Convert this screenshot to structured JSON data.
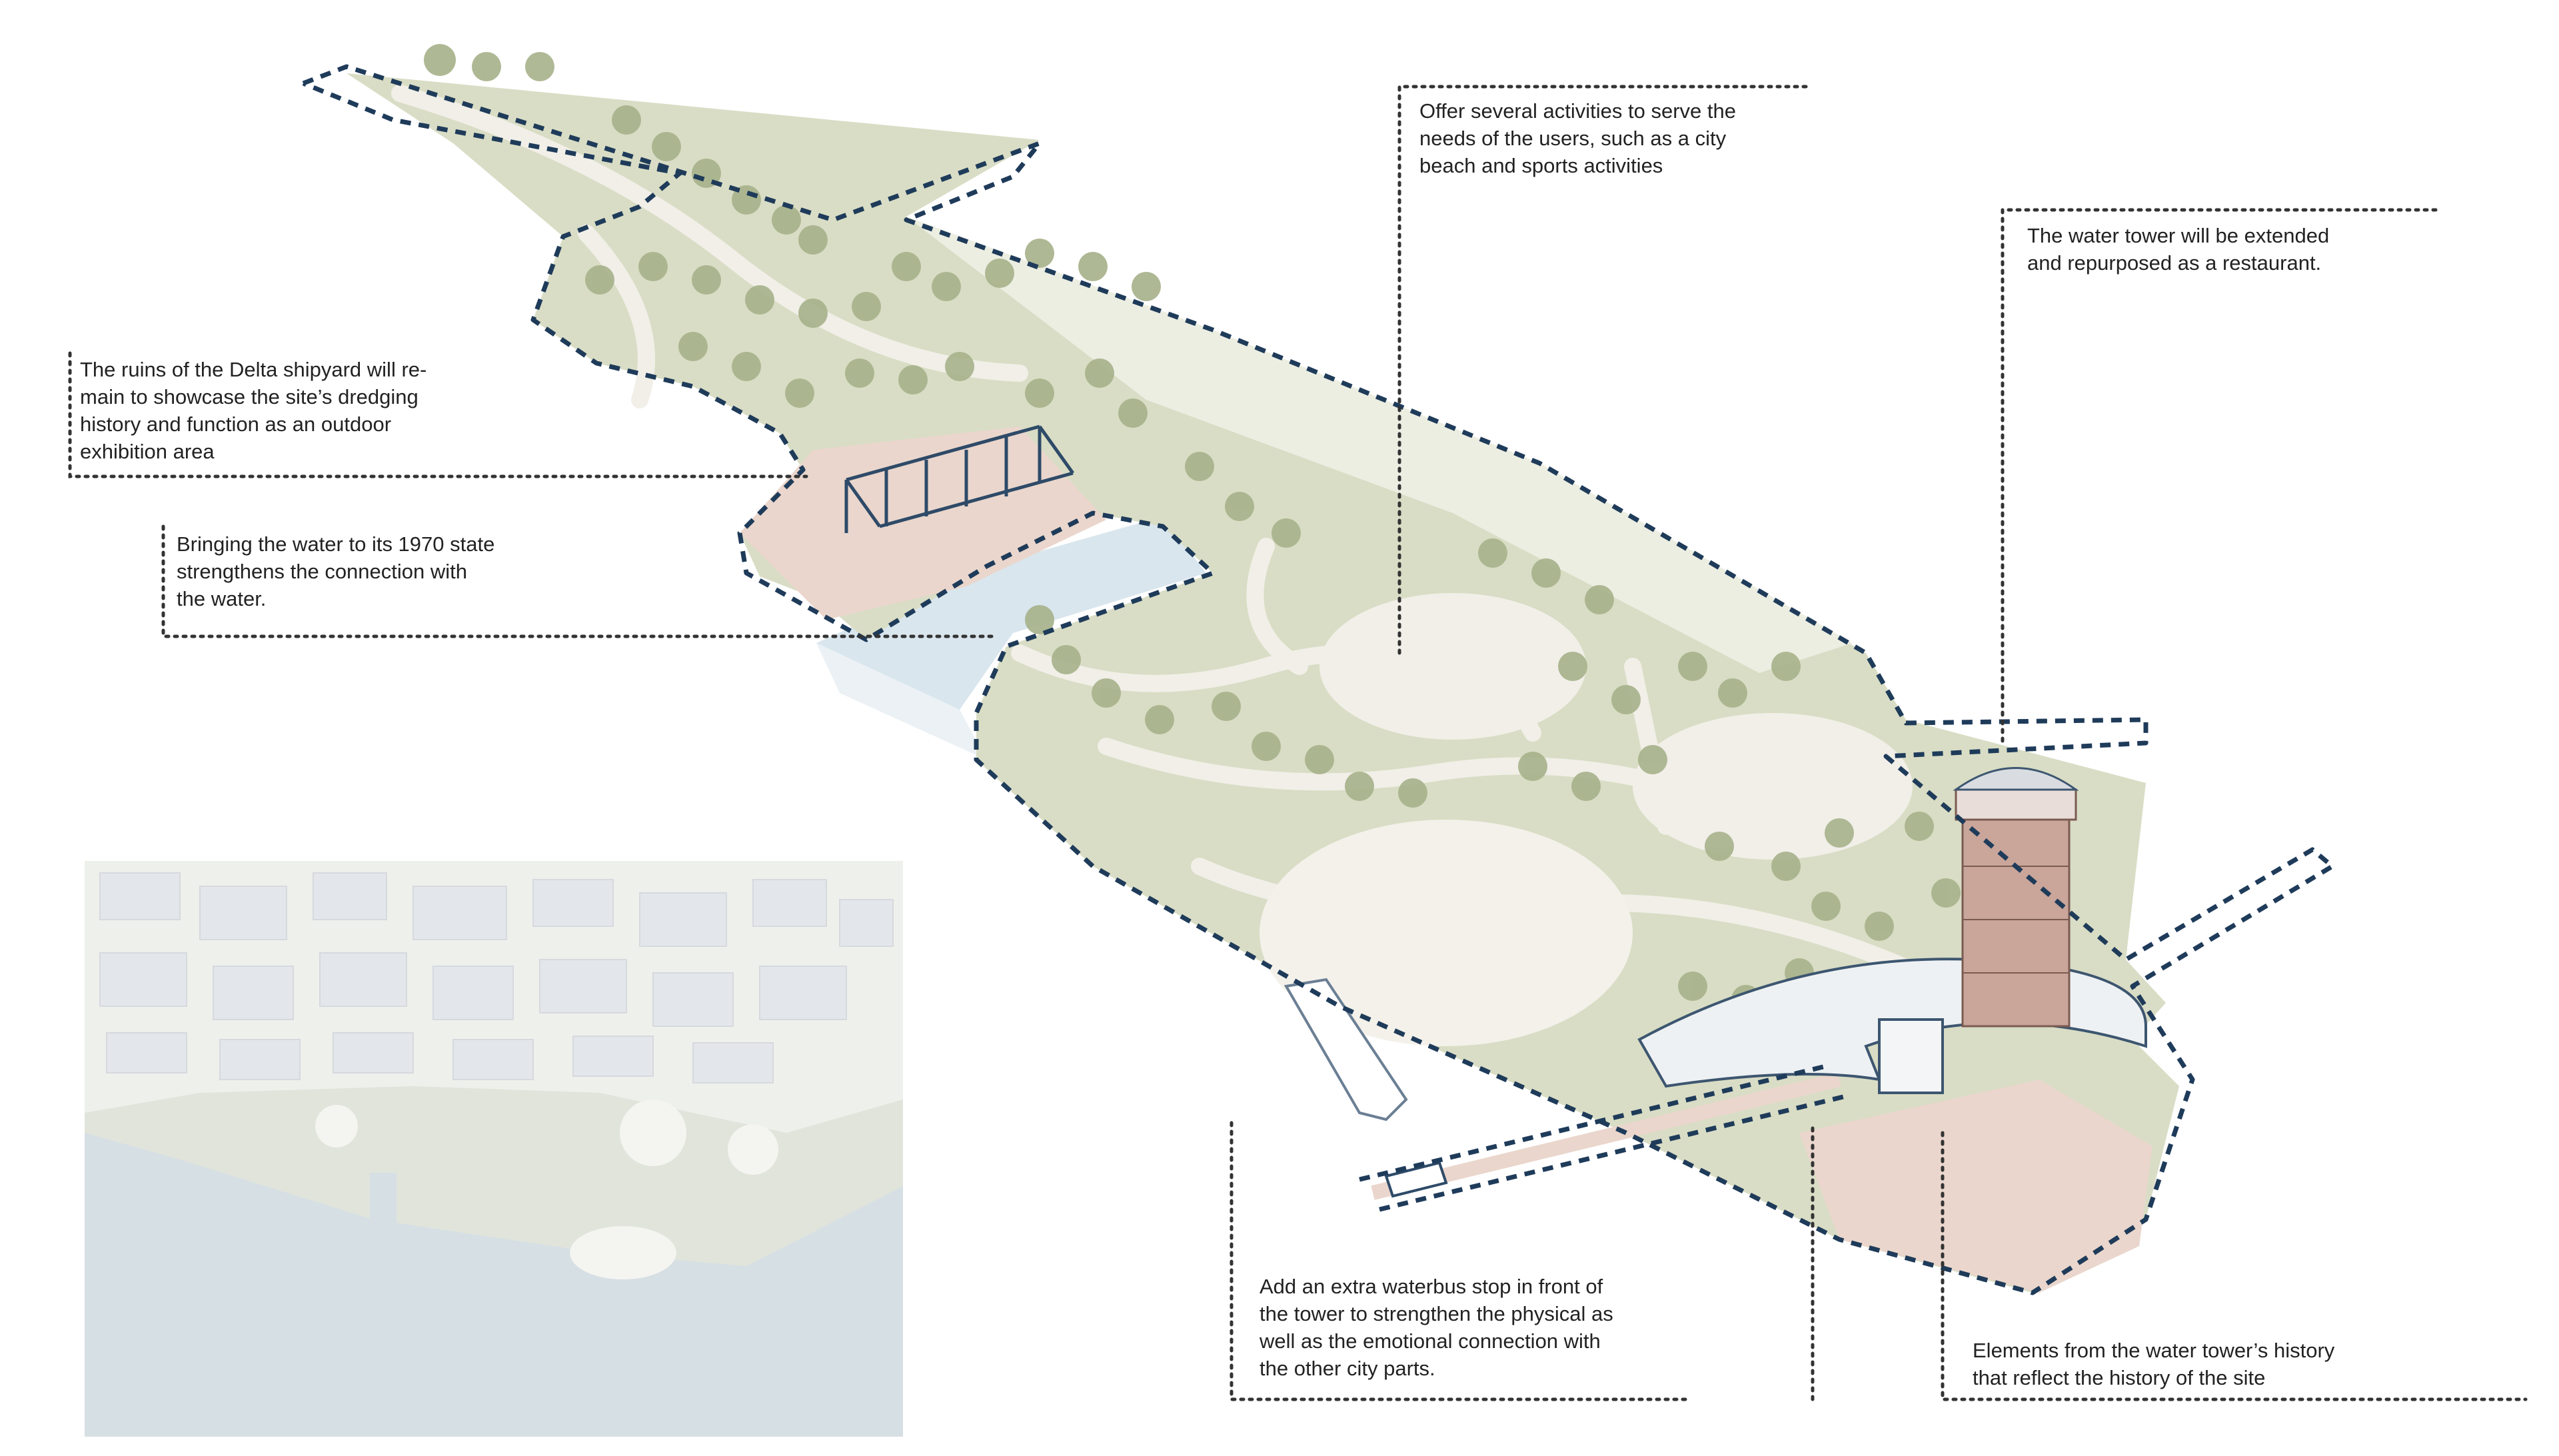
{
  "annotations": {
    "activities": "Offer several activities to serve the\nneeds of the users, such as a city\nbeach and sports activities",
    "water_tower": "The water tower will be extended\nand repurposed as a restaurant.",
    "shipyard_ruins": "The ruins of the Delta shipyard will re-\nmain to showcase the site’s dredging\nhistory and function as an outdoor\nexhibition area",
    "water_1970": "Bringing the water to its 1970 state\nstrengthens the connection with\nthe water.",
    "waterbus": "Add an extra waterbus stop in front of\nthe tower to strengthen the physical as\nwell as the emotional connection with\nthe other city parts.",
    "history_elements": "Elements from the water tower’s history\nthat reflect the history of the site"
  },
  "colors": {
    "park_green": "#d9ddc5",
    "tree_green": "#a8b38c",
    "path_cream": "#f1efe8",
    "plaza_pink": "#ead6cc",
    "water_blue": "#d5e3ec",
    "outline_navy": "#1f3b5a",
    "leader_gray": "#333333",
    "map_water": "#d6dfe4",
    "map_land": "#e8ebe6",
    "map_building": "#e3e6ea"
  }
}
